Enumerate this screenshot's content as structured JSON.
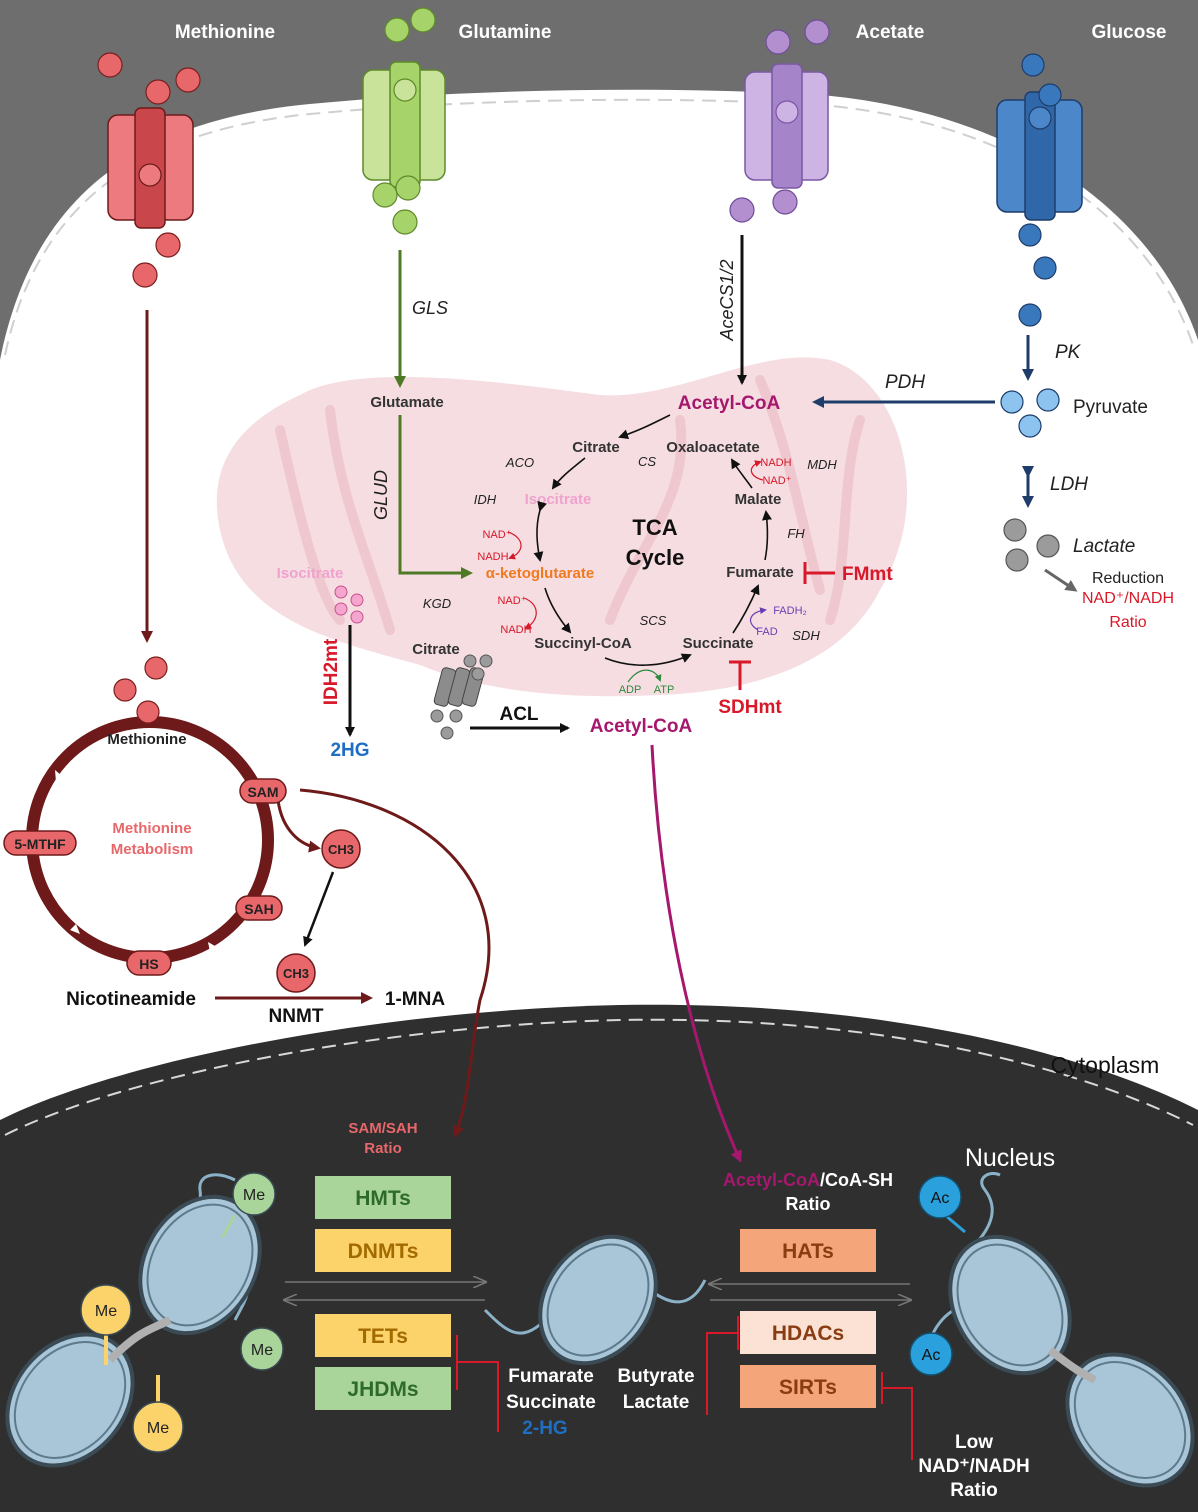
{
  "transport": {
    "methionine": "Methionine",
    "glutamine": "Glutamine",
    "acetate": "Acetate",
    "glucose": "Glucose"
  },
  "enzymes": {
    "gls": "GLS",
    "glud": "GLUD",
    "acecs": "AceCS1/2",
    "pk": "PK",
    "pdh": "PDH",
    "ldh": "LDH",
    "acl": "ACL",
    "nnmt": "NNMT",
    "idh2mt": "IDH2mt",
    "fhmt": "FMmt",
    "sdhmt": "SDHmt"
  },
  "metabolites": {
    "glutamate": "Glutamate",
    "acetyl_coa_top": "Acetyl-CoA",
    "acetyl_coa_bottom": "Acetyl-CoA",
    "pyruvate": "Pyruvate",
    "lactate": "Lactate",
    "reduction": "Reduction",
    "nad_nadh": "NAD⁺/NADH",
    "ratio": "Ratio",
    "isocitrate_out": "Isocitrate",
    "citrate_out": "Citrate",
    "two_hg": "2HG",
    "nicotineamide": "Nicotineamide",
    "mna": "1-MNA"
  },
  "tca": {
    "title_line1": "TCA",
    "title_line2": "Cycle",
    "citrate": "Citrate",
    "oxaloacetate": "Oxaloacetate",
    "isocitrate": "Isocitrate",
    "akg": "α-ketoglutarate",
    "succinyl_coa": "Succinyl-CoA",
    "succinate": "Succinate",
    "fumarate": "Fumarate",
    "malate": "Malate",
    "cs": "CS",
    "aco": "ACO",
    "idh": "IDH",
    "kgd": "KGD",
    "scs": "SCS",
    "sdh": "SDH",
    "fh": "FH",
    "mdh": "MDH",
    "nad_plus": "NAD⁺",
    "nadh": "NADH",
    "fadh2": "FADH₂",
    "fad": "FAD",
    "adp": "ADP",
    "atp": "ATP"
  },
  "methionine_cycle": {
    "methionine": "Methionine",
    "title_line1": "Methionine",
    "title_line2": "Metabolism",
    "sam": "SAM",
    "sah": "SAH",
    "hs": "HS",
    "mthf": "5-MTHF",
    "ch3": "CH3"
  },
  "cytoplasm_label": "Cytoplasm",
  "nucleus": {
    "label": "Nucleus",
    "sam_sah_line1": "SAM/SAH",
    "sam_sah_line2": "Ratio",
    "acetyl_ratio_part1": "Acetyl-CoA",
    "acetyl_ratio_part2": "/CoA-SH",
    "acetyl_ratio_line2": "Ratio",
    "boxes": {
      "hmts": "HMTs",
      "dnmts": "DNMTs",
      "tets": "TETs",
      "jhdms": "JHDMs",
      "hats": "HATs",
      "hdacs": "HDACs",
      "sirts": "SIRTs"
    },
    "inhibitors_left": {
      "fumarate": "Fumarate",
      "succinate": "Succinate",
      "two_hg": "2-HG"
    },
    "inhibitors_mid": {
      "butyrate": "Butyrate",
      "lactate": "Lactate"
    },
    "low": "Low",
    "low_ratio": "NAD⁺/NADH",
    "low_ratio_word": "Ratio",
    "marks": {
      "me": "Me",
      "ac": "Ac"
    }
  },
  "colors": {
    "methionine": "#e8676b",
    "glutamine": "#a6d36a",
    "acetate": "#b38fd0",
    "glucose": "#3a78bd",
    "pyruvate_dot": "#8cc4ef",
    "mito": "#f5dde2",
    "dark_maroon": "#6e1a1a",
    "acetyl_purple": "#a6176e",
    "inhibit_red": "#d7192a",
    "nucleus_bg": "#2f2f2f",
    "top_bg": "#6e6e6e"
  }
}
